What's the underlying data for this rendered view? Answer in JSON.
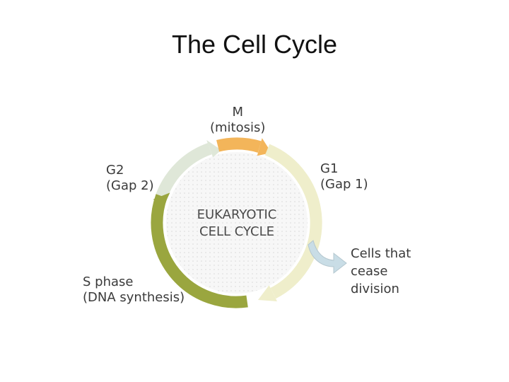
{
  "title": "The Cell Cycle",
  "center": {
    "line1": "EUKARYOTIC",
    "line2": "CELL CYCLE"
  },
  "phases": {
    "m": {
      "line1": "M",
      "line2": "(mitosis)"
    },
    "g1": {
      "line1": "G1",
      "line2": "(Gap  1)"
    },
    "g2": {
      "line1": "G2",
      "line2": "(Gap 2)"
    },
    "s": {
      "line1": "S phase",
      "line2": "(DNA synthesis)"
    }
  },
  "exit": {
    "line1": "Cells that",
    "line2": "cease",
    "line3": "division"
  },
  "colors": {
    "m_arc": "#f3b55a",
    "g1_arc": "#efeecb",
    "g2_arc": "#dfe7d8",
    "s_arc": "#9aa63f",
    "exit_arrow": "#c9dde6",
    "center_fill": "#f2f2f2"
  }
}
